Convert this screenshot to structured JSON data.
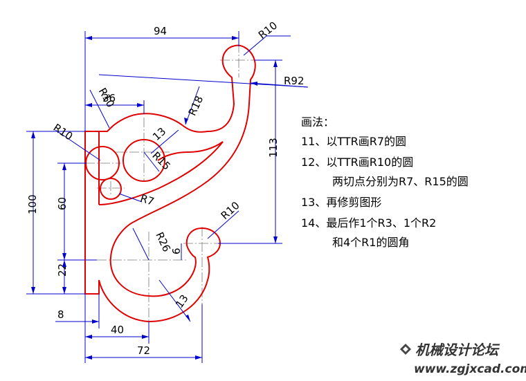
{
  "dimensions": {
    "d94": "94",
    "r10_top": "R10",
    "r92": "R92",
    "r10_left_top": "R10",
    "d36": "36",
    "r18": "R18",
    "d13_upper": "13",
    "r10_left": "R10",
    "r15": "R15",
    "d113": "113",
    "d100": "100",
    "d60": "60",
    "r7": "R7",
    "r10_right": "R10",
    "r26": "R26",
    "d6": "6",
    "d22": "22",
    "d13_lower": "13",
    "d8": "8",
    "d40": "40",
    "d72": "72"
  },
  "notes": {
    "title": "画法：",
    "step11": "11、以TTR画R7的圆",
    "step12": "12、以TTR画R10的圆",
    "step12b": "两切点分别为R7、R15的圆",
    "step13": "13、再修剪图形",
    "step14": "14、最后作1个R3、1个R2",
    "step14b": "和4个R1的圆角"
  },
  "watermark": {
    "name": "机械设计论坛",
    "url": "www.zgjxcad.com"
  },
  "colors": {
    "outline": "#e00000",
    "dimension": "#0000cc",
    "centerline": "#777777"
  }
}
